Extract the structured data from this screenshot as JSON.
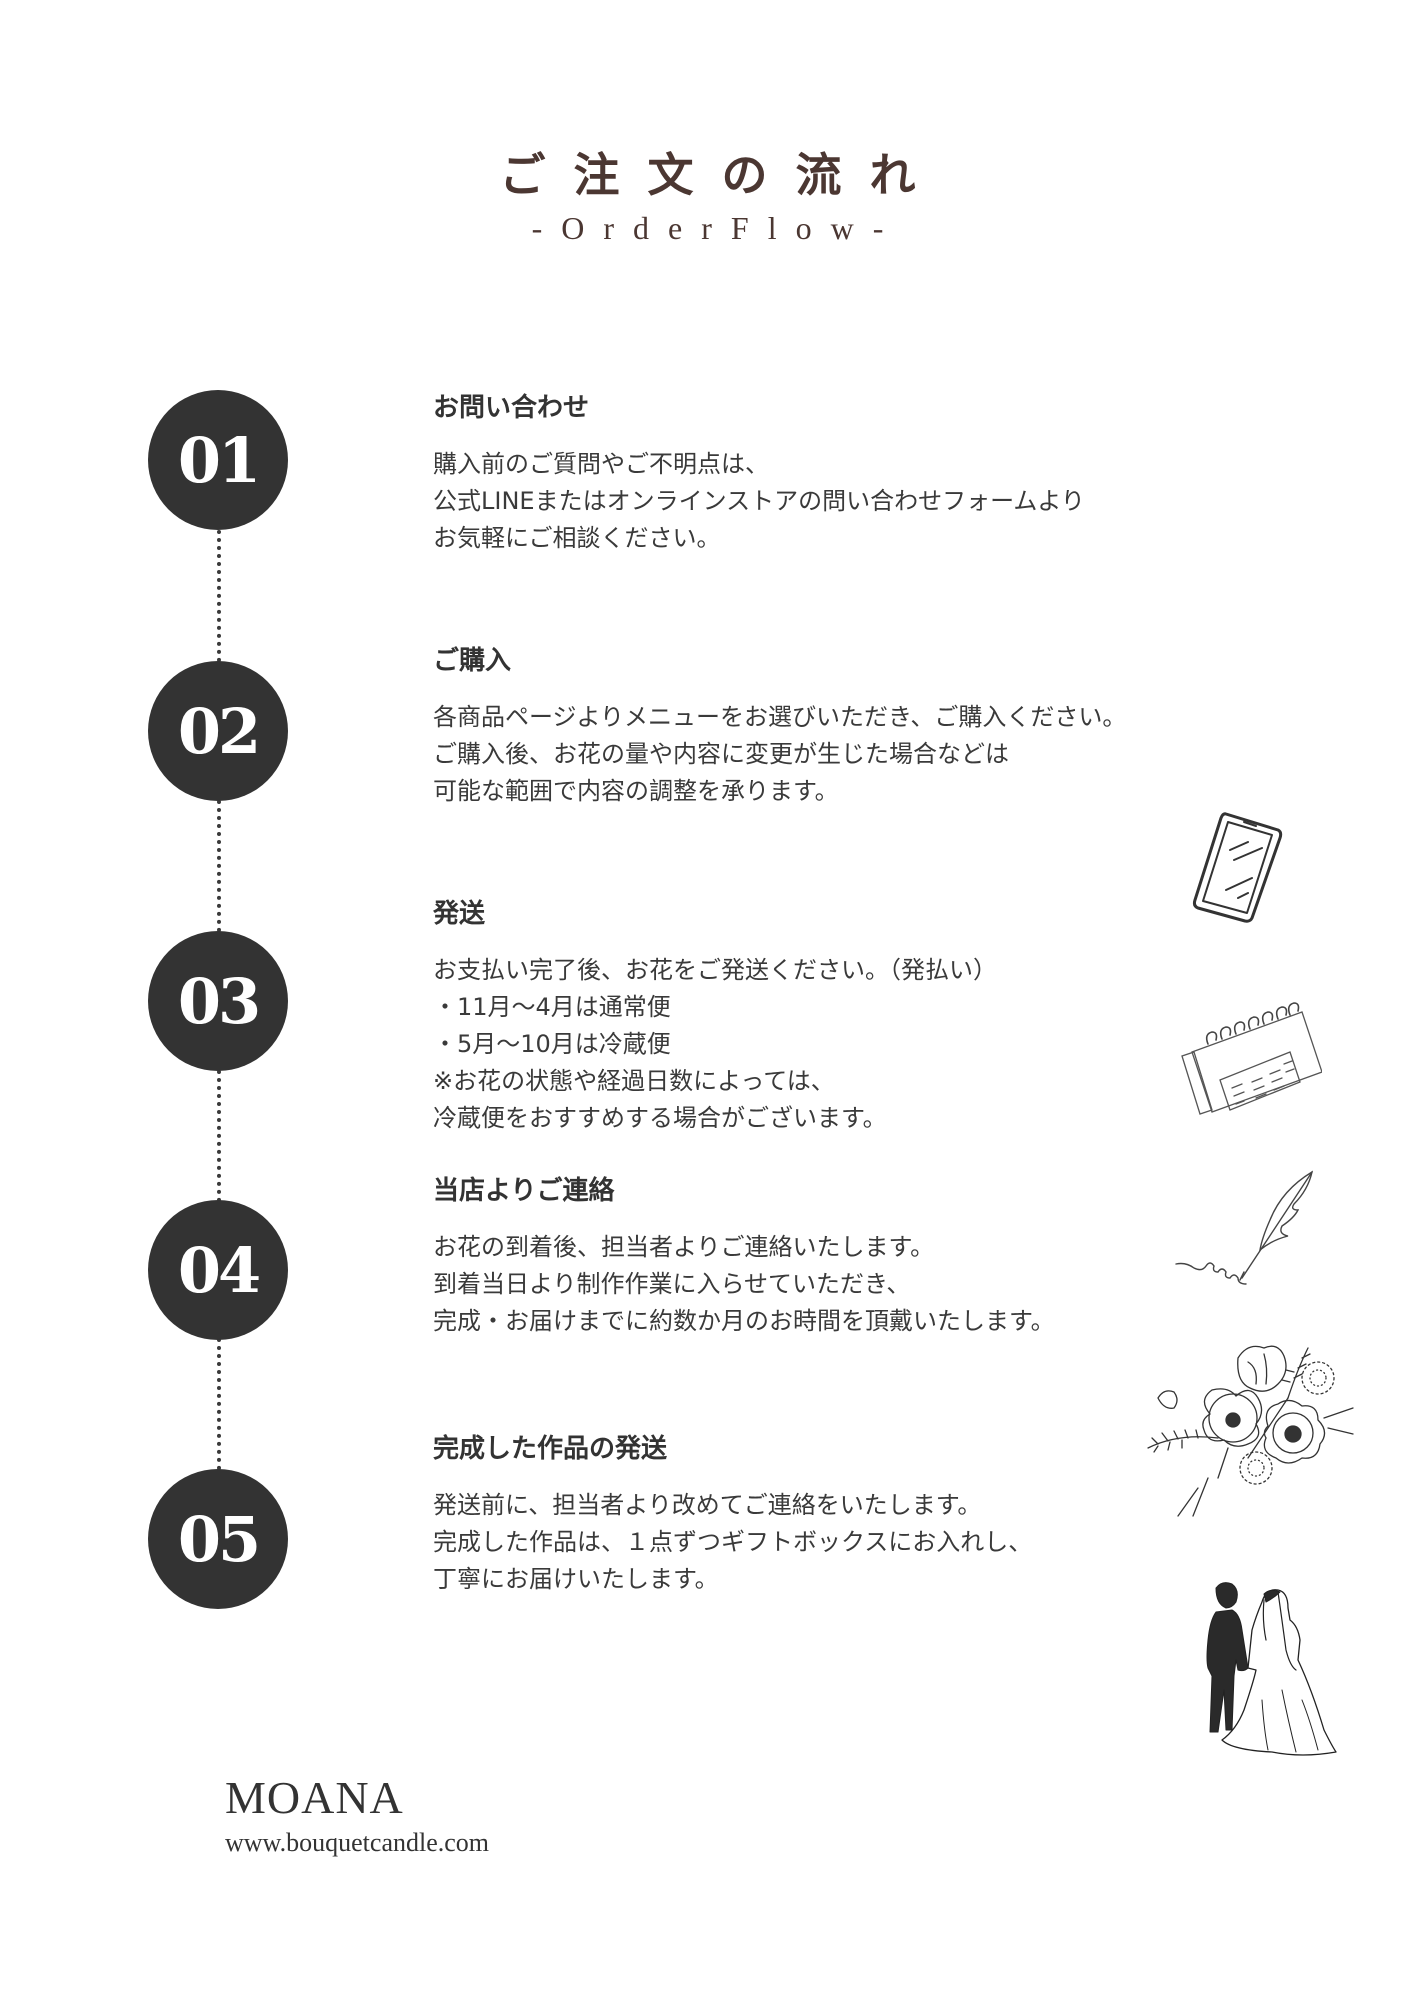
{
  "header": {
    "title": "ご注文の流れ",
    "subtitle": "-OrderFlow-"
  },
  "colors": {
    "title": "#4b3732",
    "circle": "#333333",
    "text": "#333333"
  },
  "steps": [
    {
      "number": "01",
      "heading": "お問い合わせ",
      "lines": [
        "購入前のご質問やご不明点は、",
        "公式LINEまたはオンラインストアの問い合わせフォームより",
        "お気軽にご相談ください。"
      ]
    },
    {
      "number": "02",
      "heading": "ご購入",
      "lines": [
        "各商品ページよりメニューをお選びいただき、ご購入ください。",
        "ご購入後、お花の量や内容に変更が生じた場合などは",
        "可能な範囲で内容の調整を承ります。"
      ]
    },
    {
      "number": "03",
      "heading": "発送",
      "lines": [
        "お支払い完了後、お花をご発送ください。（発払い）",
        "・11月〜4月は通常便",
        "・5月〜10月は冷蔵便",
        "※お花の状態や経過日数によっては、",
        "冷蔵便をおすすめする場合がございます。"
      ]
    },
    {
      "number": "04",
      "heading": "当店よりご連絡",
      "lines": [
        "お花の到着後、担当者よりご連絡いたします。",
        "到着当日より制作作業に入らせていただき、",
        "完成・お届けまでに約数か月のお時間を頂戴いたします。"
      ]
    },
    {
      "number": "05",
      "heading": "完成した作品の発送",
      "lines": [
        "発送前に、担当者より改めてご連絡をいたします。",
        "完成した作品は、１点ずつギフトボックスにお入れし、",
        "丁寧にお届けいたします。"
      ]
    }
  ],
  "illustrations": [
    "smartphone-icon",
    "calendar-icon",
    "quill-pen-icon",
    "flower-bouquet-icon",
    "wedding-couple-icon"
  ],
  "footer": {
    "brand": "MOANA",
    "url": "www.bouquetcandle.com"
  }
}
